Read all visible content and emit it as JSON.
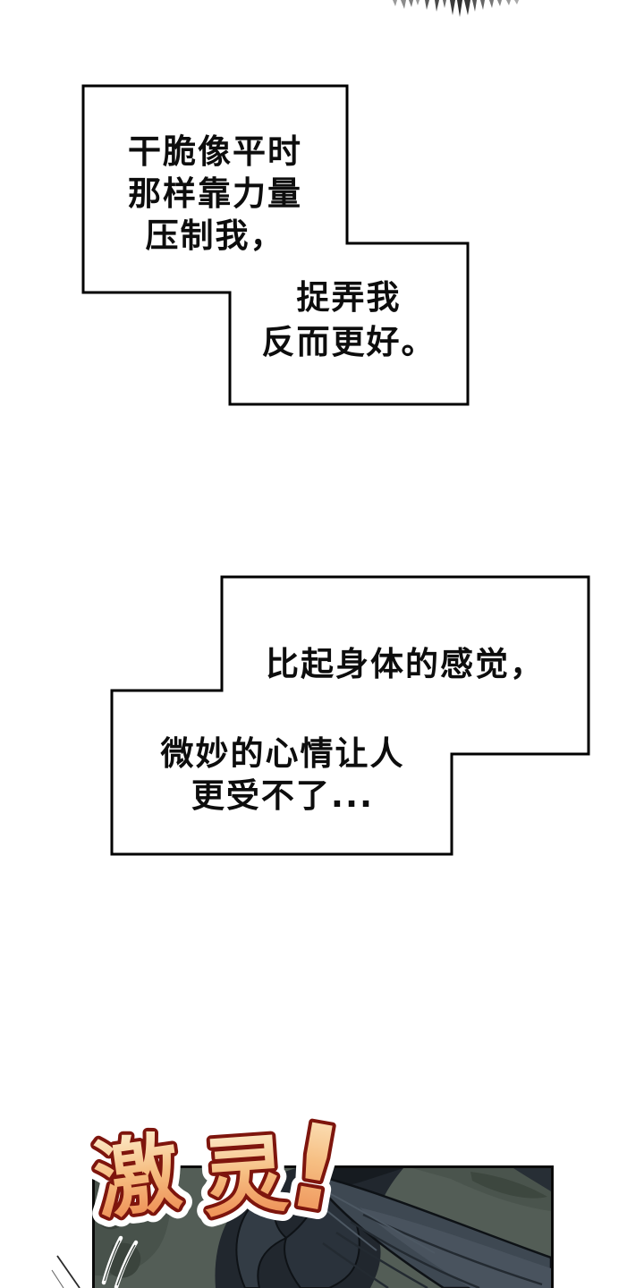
{
  "page": {
    "kind": "comic-page",
    "background": "#ffffff"
  },
  "speech": {
    "bubble1": {
      "border_color": "#000000",
      "fill_color": "#ffffff",
      "text_color": "#0d0d0d",
      "part1_lines": [
        "干脆像平时",
        "那样靠力量",
        "压制我，"
      ],
      "part2_lines": [
        "捉弄我",
        "反而更好。"
      ]
    },
    "bubble2": {
      "border_color": "#000000",
      "fill_color": "#ffffff",
      "text_color": "#0d0d0d",
      "part1_lines": [
        "比起身体的感觉，"
      ],
      "part2_lines": [
        "微妙的心情让人",
        "更受不了..."
      ]
    }
  },
  "sfx": {
    "text": "激灵!",
    "chars": [
      "激",
      "灵",
      "!"
    ],
    "gradient_top": "#fdeccb",
    "gradient_mid": "#f6bf83",
    "gradient_bottom": "#ec864d",
    "outline_color": "#7e150d",
    "halo_color": "#ffffff"
  },
  "panel": {
    "border_color": "#0a0a0a",
    "background_color": "#535d56",
    "shadow_blotch_color": "#39423b",
    "hair_dark": "#21272e",
    "hair_mid": "#3e4852",
    "hair_light": "#49535e",
    "speedline_color": "#ffffff"
  }
}
